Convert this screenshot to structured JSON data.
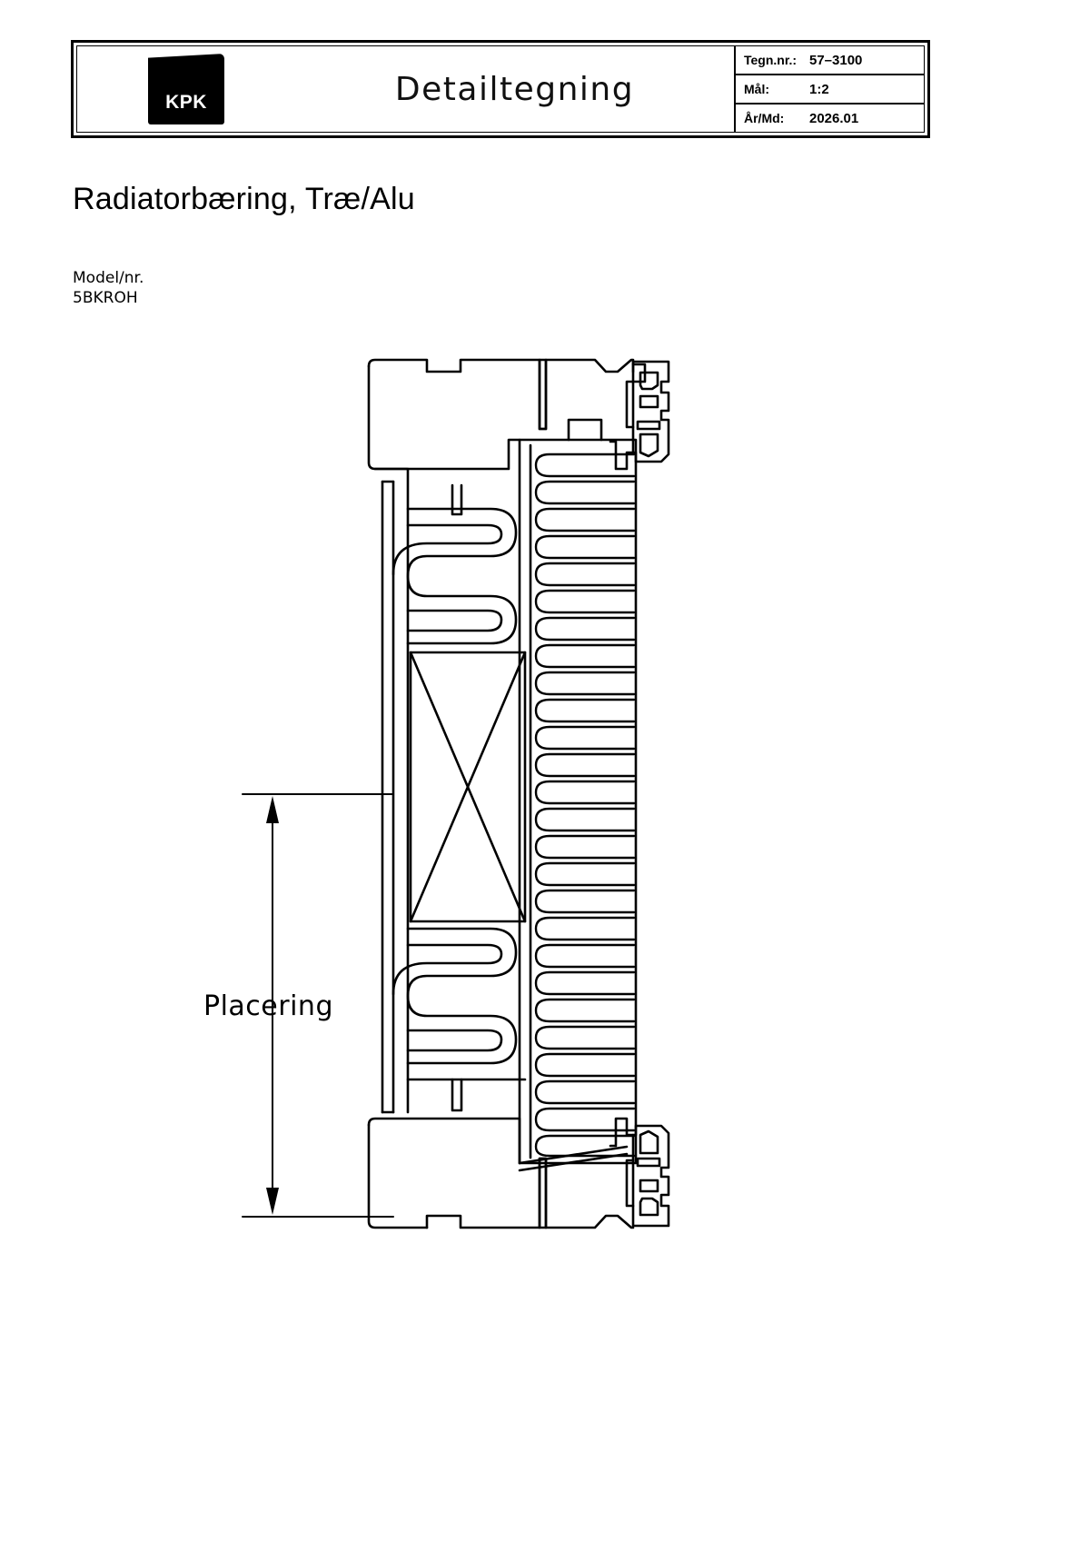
{
  "titleblock": {
    "logo_text": "KPK",
    "center_title": "Detailtegning",
    "rows": [
      {
        "label": "Tegn.nr.:",
        "value": "57–3100"
      },
      {
        "label": "Mål:",
        "value": "1:2"
      },
      {
        "label": "År/Md:",
        "value": "2026.01"
      }
    ]
  },
  "heading": {
    "title": "Radiatorbæring, Træ/Alu",
    "model_label": "Model/nr.",
    "model_value": "5BKROH"
  },
  "drawing": {
    "dimension_label": "Placering",
    "description": "Cross-section detail of a wood/aluminium window frame with radiator bracket",
    "line_color": "#000000",
    "fill_color": "#ffffff"
  }
}
